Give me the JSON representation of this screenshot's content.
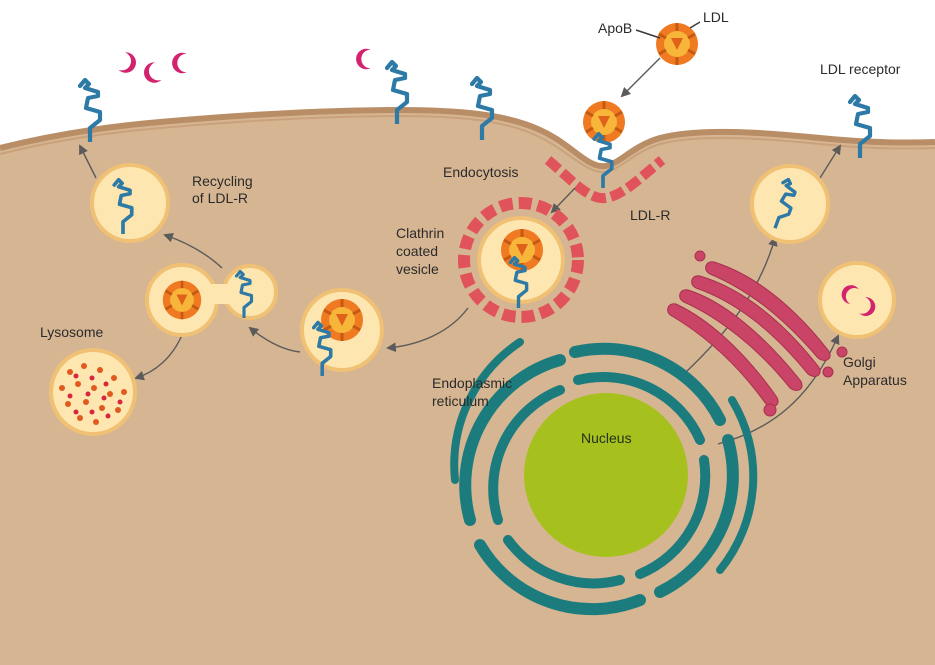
{
  "labels": {
    "apob": "ApoB",
    "ldl": "LDL",
    "ldl_receptor": "LDL receptor",
    "endocytosis": "Endocytosis",
    "ldl_r": "LDL-R",
    "recycling_line1": "Recycling",
    "recycling_line2": "of LDL-R",
    "clathrin_line1": "Clathrin",
    "clathrin_line2": "coated",
    "clathrin_line3": "vesicle",
    "lysosome": "Lysosome",
    "er_line1": "Endoplasmic",
    "er_line2": "reticulum",
    "nucleus": "Nucleus",
    "golgi_line1": "Golgi",
    "golgi_line2": "Apparatus"
  },
  "colors": {
    "cytoplasm": "#d6b592",
    "membrane": "#b98e66",
    "receptor": "#2e7aa6",
    "ldl_orange": "#f07a22",
    "ldl_core": "#f7b53a",
    "magenta": "#d3226e",
    "vesicle_fill": "#fde6b0",
    "vesicle_edge": "#f0c174",
    "clathrin": "#e0535b",
    "er": "#1c7c7d",
    "nucleus": "#a6c11e",
    "golgi": "#c94467",
    "arrow": "#5b5b5b"
  }
}
